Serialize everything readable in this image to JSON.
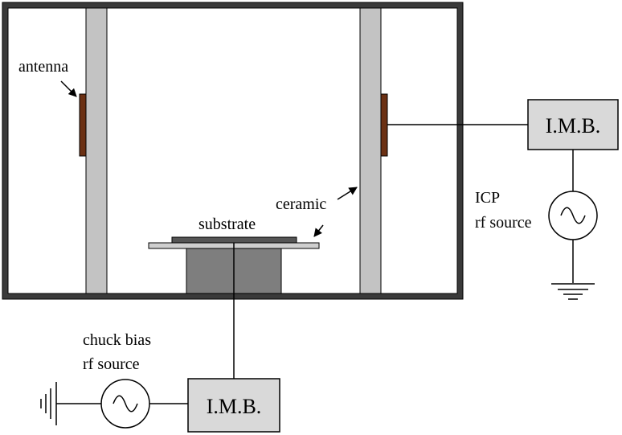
{
  "labels": {
    "antenna": "antenna",
    "ceramic": "ceramic",
    "substrate": "substrate",
    "imb_top": "I.M.B.",
    "imb_bottom": "I.M.B.",
    "icp_line1": "ICP",
    "icp_line2": "rf source",
    "chuck_line1": "chuck bias",
    "chuck_line2": "rf source"
  },
  "colors": {
    "chamber_wall": "#3a3a3a",
    "chamber_fill": "#ffffff",
    "ceramic_window": "#c3c3c3",
    "antenna": "#6b3013",
    "chuck": "#7e7e7e",
    "substrate": "#555555",
    "plate": "#cfcfcf",
    "imb_box": "#d9d9d9",
    "wire": "#000000"
  }
}
